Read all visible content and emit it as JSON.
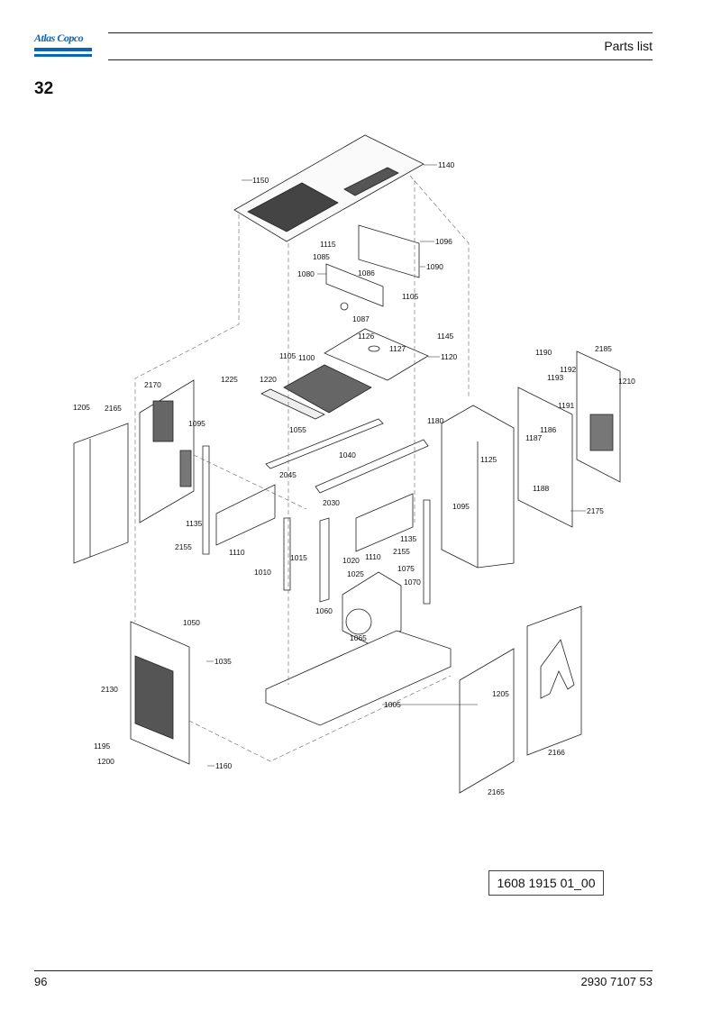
{
  "header": {
    "logo_text": "Atlas Copco",
    "section_title": "Parts list"
  },
  "page": {
    "section_number": "32",
    "page_number": "96",
    "document_number": "2930 7107 53"
  },
  "figure": {
    "drawing_id": "1608 1915 01_00",
    "labels": {
      "l1140": "1140",
      "l1150": "1150",
      "l1096": "1096",
      "l1115": "1115",
      "l1085": "1085",
      "l1090": "1090",
      "l1086": "1086",
      "l1080": "1080",
      "l1105a": "1105",
      "l1087": "1087",
      "l1126": "1126",
      "l1145": "1145",
      "l1127": "1127",
      "l1120": "1120",
      "l1105b": "1105",
      "l1100": "1100",
      "l1225": "1225",
      "l1220": "1220",
      "l2170": "2170",
      "l1205a": "1205",
      "l2165a": "2165",
      "l1095a": "1095",
      "l1055": "1055",
      "l2045": "2045",
      "l1040": "1040",
      "l2030": "2030",
      "l1180": "1180",
      "l1125": "1125",
      "l1095b": "1095",
      "l1190": "1190",
      "l2185": "2185",
      "l1192": "1192",
      "l1193": "1193",
      "l1210": "1210",
      "l1191": "1191",
      "l1186": "1186",
      "l1187": "1187",
      "l1188": "1188",
      "l2175": "2175",
      "l1135a": "1135",
      "l2155a": "2155",
      "l1110a": "1110",
      "l1010": "1010",
      "l1015": "1015",
      "l1020": "1020",
      "l1110b": "1110",
      "l1135b": "1135",
      "l2155b": "2155",
      "l1025": "1025",
      "l1075": "1075",
      "l1070": "1070",
      "l1060": "1060",
      "l1065": "1065",
      "l1050": "1050",
      "l1035": "1035",
      "l2130": "2130",
      "l1005": "1005",
      "l1205b": "1205",
      "l1195": "1195",
      "l1200": "1200",
      "l1160": "1160",
      "l2166": "2166",
      "l2165b": "2165"
    }
  }
}
